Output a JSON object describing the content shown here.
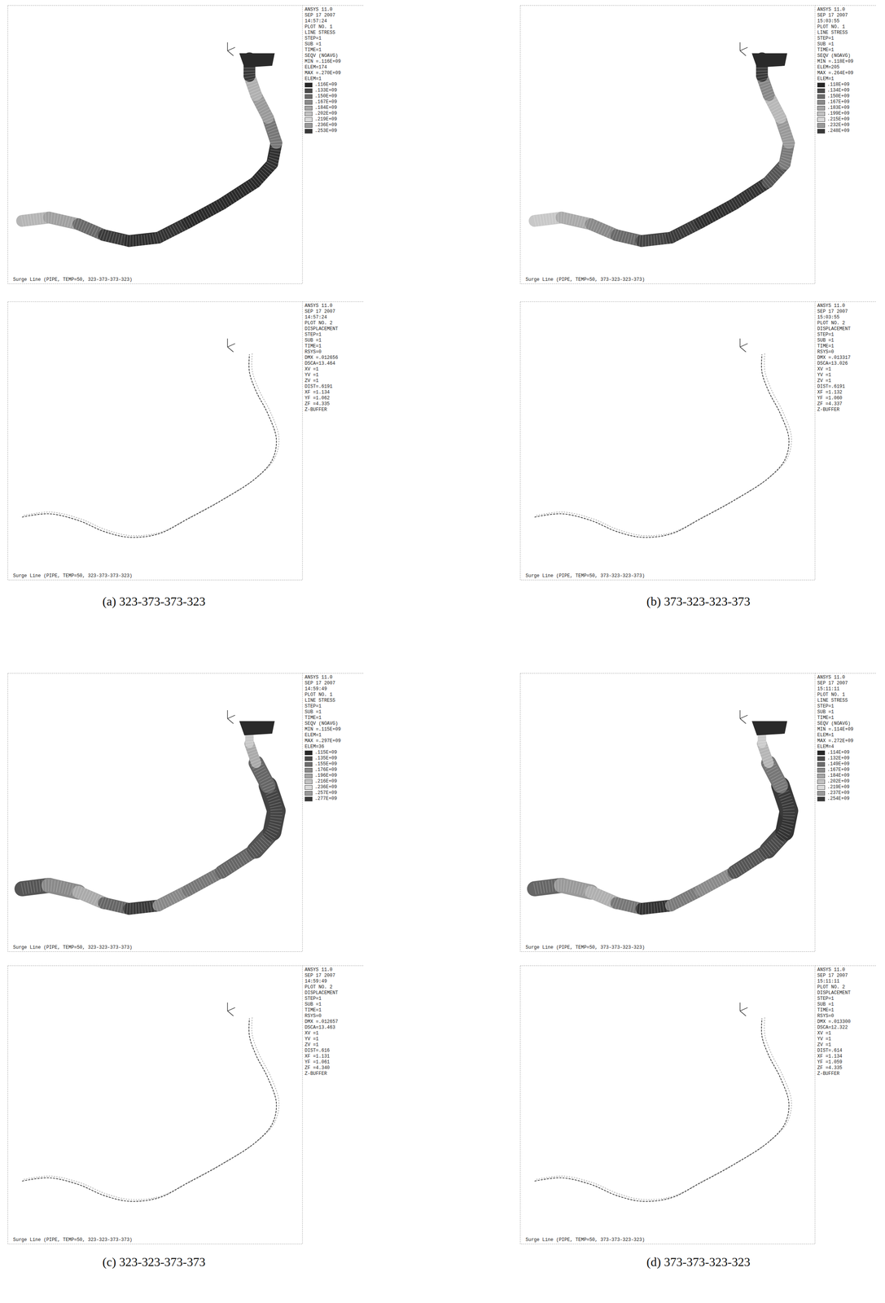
{
  "diagram": {
    "nodes": [
      {
        "text": [
          "ANSYS 11.0",
          "SEP 17 2007",
          "14:57:24",
          "PLOT NO. 1",
          "LINE STRESS",
          "STEP=1",
          "SUB =1",
          "TIME=1",
          "SEQV (NOAVG)",
          "MIN =.116E+09",
          "ELEM=174",
          "MAX =.270E+09",
          "ELEM=1",
          "Surge Line (PIPE, TEMP=50, 323-373-373-323)"
        ]
      },
      {
        "text": [
          "ANSYS 11.0",
          "SEP 17 2007",
          "14:57:24",
          "PLOT NO. 2",
          "DISPLACEMENT",
          "STEP=1",
          "SUB =1",
          "TIME=1",
          "RSYS=0",
          "DMX =.012656",
          "DSCA=13.464",
          "XV =1",
          "YV =1",
          "ZV =1",
          "DIST=.6191",
          "XF =1.134",
          "YF =1.062",
          "ZF =4.335",
          "Z-BUFFER",
          "Surge Line (PIPE, TEMP=50, 323-373-373-323)"
        ]
      },
      {
        "text": [
          "ANSYS 11.0",
          "SEP 17 2007",
          "15:03:55",
          "PLOT NO. 1",
          "LINE STRESS",
          "STEP=1",
          "SUB =1",
          "TIME=1",
          "SEQV (NOAVG)",
          "MIN =.118E+09",
          "ELEM=205",
          "MAX =.264E+09",
          "ELEM=1",
          "Surge Line (PIPE, TEMP=50, 373-323-323-373)"
        ]
      },
      {
        "text": [
          "ANSYS 11.0",
          "SEP 17 2007",
          "15:03:55",
          "PLOT NO. 2",
          "DISPLACEMENT",
          "STEP=1",
          "SUB =1",
          "TIME=1",
          "RSYS=0",
          "DMX =.013317",
          "DSCA=13.026",
          "XV =1",
          "YV =1",
          "ZV =1",
          "DIST=.6191",
          "XF =1.132",
          "YF =1.060",
          "ZF =4.337",
          "Z-BUFFER",
          "Surge Line (PIPE, TEMP=50, 373-323-323-373)"
        ]
      },
      {
        "text": [
          "ANSYS 11.0",
          "SEP 17 2007",
          "14:59:49",
          "PLOT NO. 1",
          "LINE STRESS",
          "STEP=1",
          "SUB =1",
          "TIME=1",
          "SEQV (NOAVG)",
          "MIN =.115E+09",
          "ELEM=1",
          "MAX =.297E+09",
          "ELEM=36",
          "Surge Line (PIPE, TEMP=50, 323-323-373-373)"
        ]
      },
      {
        "text": [
          "ANSYS 11.0",
          "SEP 17 2007",
          "14:59:49",
          "PLOT NO. 2",
          "DISPLACEMENT",
          "STEP=1",
          "SUB =1",
          "TIME=1",
          "RSYS=0",
          "DMX =.012657",
          "DSCA=13.463",
          "XV =1",
          "YV =1",
          "ZV =1",
          "DIST=.616",
          "XF =1.131",
          "YF =1.061",
          "ZF =4.340",
          "Z-BUFFER",
          "Surge Line (PIPE, TEMP=50, 323-323-373-373)"
        ]
      },
      {
        "text": [
          "ANSYS 11.0",
          "SEP 17 2007",
          "15:11:11",
          "PLOT NO. 1",
          "LINE STRESS",
          "STEP=1",
          "SUB =1",
          "TIME=1",
          "SEQV (NOAVG)",
          "MIN =.114E+09",
          "ELEM=1",
          "MAX =.272E+09",
          "ELEM=4",
          "Surge Line (PIPE, TEMP=50, 373-373-323-323)"
        ]
      },
      {
        "text": [
          "ANSYS 11.0",
          "SEP 17 2007",
          "15:11:11",
          "PLOT NO. 2",
          "DISPLACEMENT",
          "STEP=1",
          "SUB =1",
          "TIME=1",
          "RSYS=0",
          "DMX =.013300",
          "DSCA=12.322",
          "XV =1",
          "YV =1",
          "ZV =1",
          "DIST=.614",
          "XF =1.134",
          "YF =1.059",
          "ZF =4.335",
          "Z-BUFFER",
          "Surge Line (PIPE, TEMP=50, 373-373-323-323)"
        ]
      }
    ],
    "labels": [
      "(a) 323-373-373-323",
      "(b) 373-323-323-373",
      "(c) 323-323-373-373",
      "(d) 373-373-323-323"
    ],
    "legend": [
      {
        "text": ".116E+09",
        "color": "#262626"
      },
      {
        "text": ".133E+09",
        "color": "#4a4a4a"
      },
      {
        "text": ".150E+09",
        "color": "#6c6c6c"
      },
      {
        "text": ".167E+09",
        "color": "#8a8a8a"
      },
      {
        "text": ".184E+09",
        "color": "#a6a6a6"
      },
      {
        "text": ".202E+09",
        "color": "#c2c2c2"
      },
      {
        "text": ".219E+09",
        "color": "#dadada"
      },
      {
        "text": ".236E+09",
        "color": "#9a9a9a"
      },
      {
        "text": ".253E+09",
        "color": "#3a3a3a"
      },
      {
        "text": ".118E+09",
        "color": "#262626"
      },
      {
        "text": ".134E+09",
        "color": "#4a4a4a"
      },
      {
        "text": ".150E+09",
        "color": "#6c6c6c"
      },
      {
        "text": ".167E+09",
        "color": "#8a8a8a"
      },
      {
        "text": ".183E+09",
        "color": "#a6a6a6"
      },
      {
        "text": ".199E+09",
        "color": "#c2c2c2"
      },
      {
        "text": ".215E+09",
        "color": "#dadada"
      },
      {
        "text": ".232E+09",
        "color": "#9a9a9a"
      },
      {
        "text": ".248E+09",
        "color": "#3a3a3a"
      },
      {
        "text": ".115E+09",
        "color": "#262626"
      },
      {
        "text": ".135E+09",
        "color": "#4a4a4a"
      },
      {
        "text": ".155E+09",
        "color": "#6c6c6c"
      },
      {
        "text": ".176E+09",
        "color": "#8a8a8a"
      },
      {
        "text": ".196E+09",
        "color": "#a6a6a6"
      },
      {
        "text": ".216E+09",
        "color": "#c2c2c2"
      },
      {
        "text": ".236E+09",
        "color": "#dadada"
      },
      {
        "text": ".257E+09",
        "color": "#9a9a9a"
      },
      {
        "text": ".277E+09",
        "color": "#3a3a3a"
      },
      {
        "text": ".114E+09",
        "color": "#262626"
      },
      {
        "text": ".132E+09",
        "color": "#4a4a4a"
      },
      {
        "text": ".149E+09",
        "color": "#6c6c6c"
      },
      {
        "text": ".167E+09",
        "color": "#8a8a8a"
      },
      {
        "text": ".184E+09",
        "color": "#a6a6a6"
      },
      {
        "text": ".202E+09",
        "color": "#c2c2c2"
      },
      {
        "text": ".219E+09",
        "color": "#dadada"
      },
      {
        "text": ".237E+09",
        "color": "#9a9a9a"
      },
      {
        "text": ".254E+09",
        "color": "#3a3a3a"
      }
    ]
  }
}
